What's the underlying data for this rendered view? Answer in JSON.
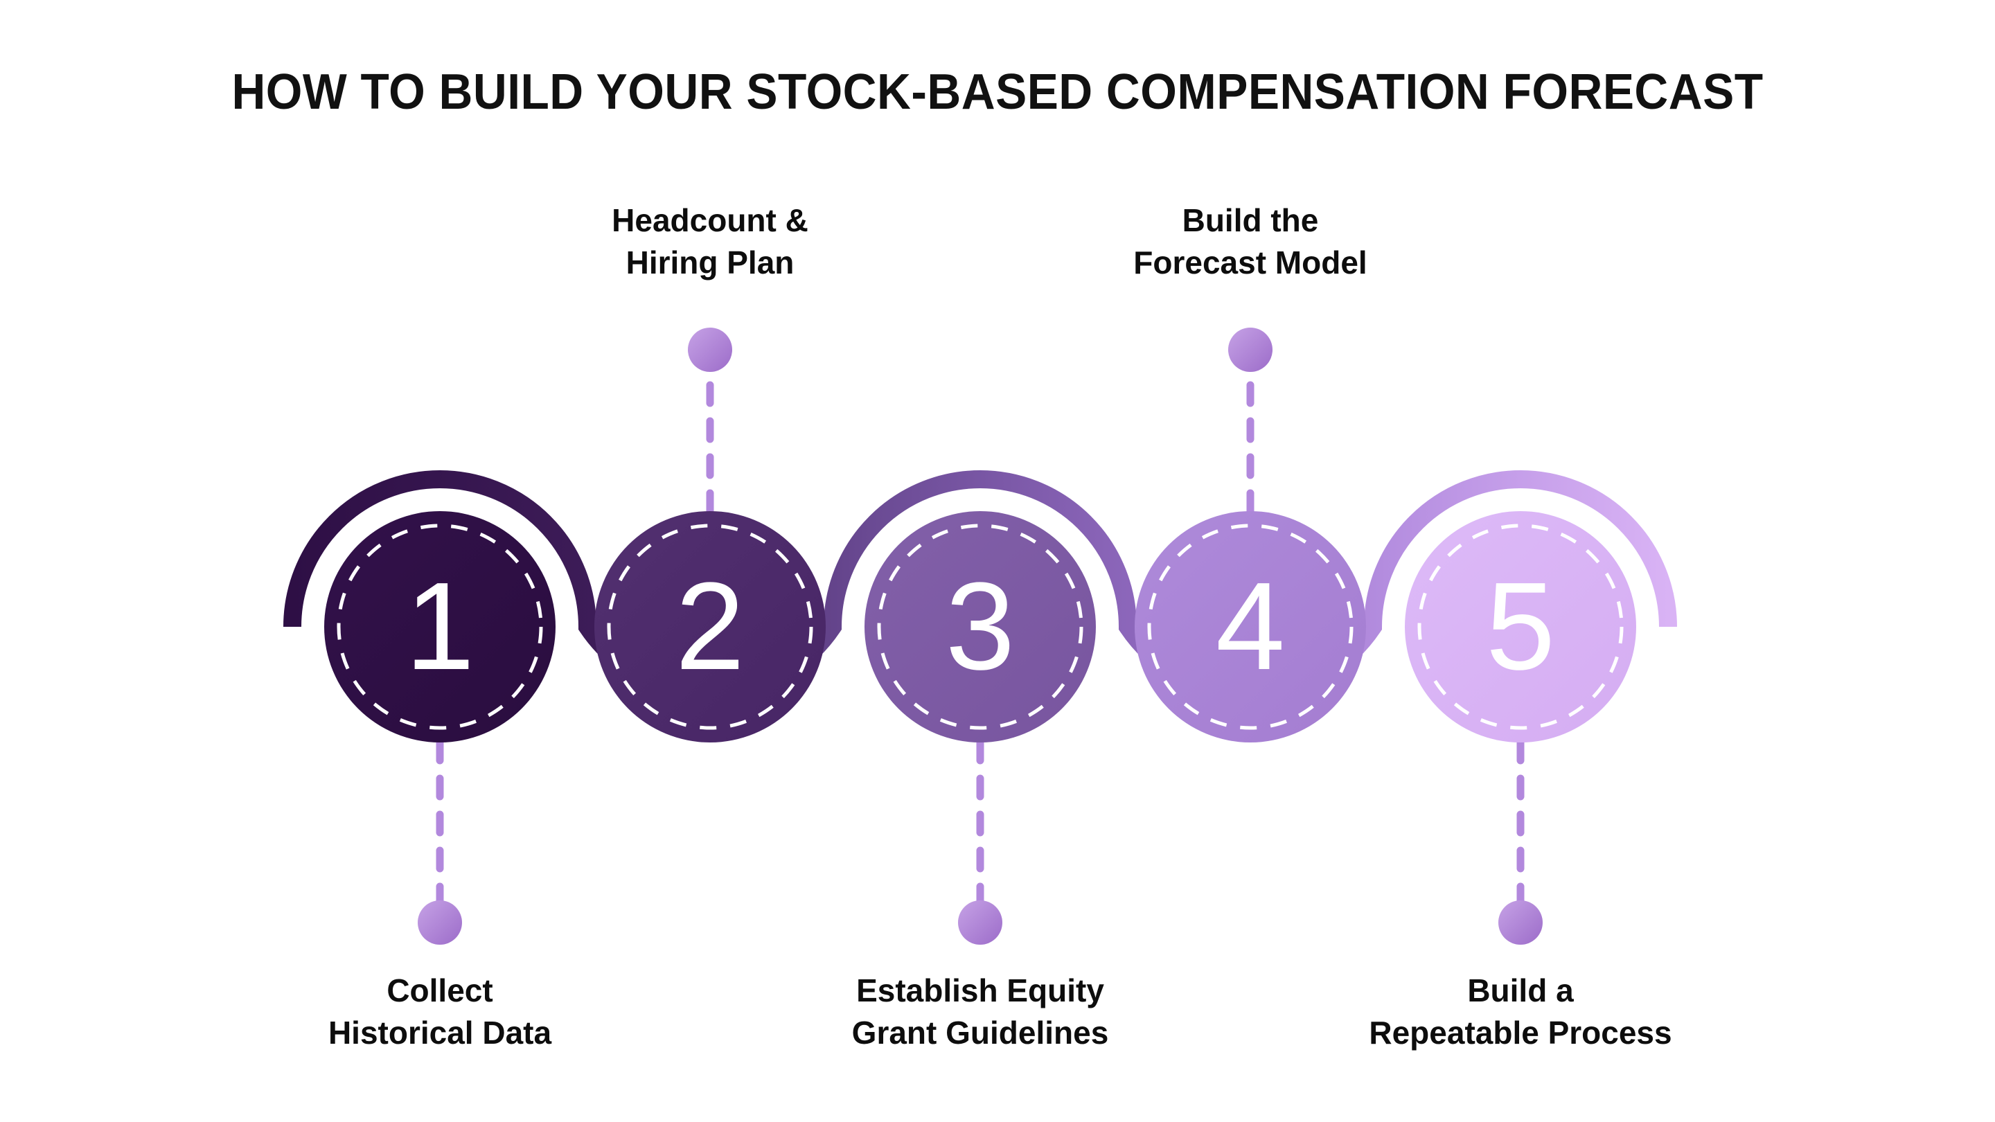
{
  "title": "HOW TO BUILD YOUR STOCK-BASED COMPENSATION FORECAST",
  "palette": {
    "background": "#ffffff",
    "title_color": "#111111",
    "label_color": "#0d0d0d",
    "connector_dot": "#a87ad4",
    "connector_dot_light": "#c9a6e8",
    "connector_line": "#b288dd",
    "ribbon_start": "#2e0f45",
    "ribbon_end": "#d9b3f5",
    "number_color": "#ffffff",
    "dash_ring_color": "#ffffff"
  },
  "chart_data": {
    "type": "process-flow",
    "title": "HOW TO BUILD YOUR STOCK-BASED COMPENSATION FORECAST",
    "orientation": "horizontal-serpentine",
    "step_count": 5,
    "steps": [
      {
        "number": "1",
        "label": "Collect\nHistorical Data",
        "label_line1": "Collect",
        "label_line2": "Historical Data",
        "label_position": "bottom",
        "fill": "#2e0f45",
        "ribbon_arc": "above"
      },
      {
        "number": "2",
        "label": "Headcount &\nHiring Plan",
        "label_line1": "Headcount &",
        "label_line2": "Hiring Plan",
        "label_position": "top",
        "fill": "#4e2a6b",
        "ribbon_arc": "below"
      },
      {
        "number": "3",
        "label": "Establish Equity\nGrant Guidelines",
        "label_line1": "Establish Equity",
        "label_line2": "Grant Guidelines",
        "label_position": "bottom",
        "fill": "#7e5ba6",
        "ribbon_arc": "above"
      },
      {
        "number": "4",
        "label": "Build the\nForecast Model",
        "label_line1": "Build the",
        "label_line2": "Forecast Model",
        "label_position": "top",
        "fill": "#a883d6",
        "ribbon_arc": "below"
      },
      {
        "number": "5",
        "label": "Build a\nRepeatable Process",
        "label_line1": "Build a",
        "label_line2": "Repeatable Process",
        "label_position": "bottom",
        "fill": "#d9b3f5",
        "ribbon_arc": "above"
      }
    ]
  }
}
